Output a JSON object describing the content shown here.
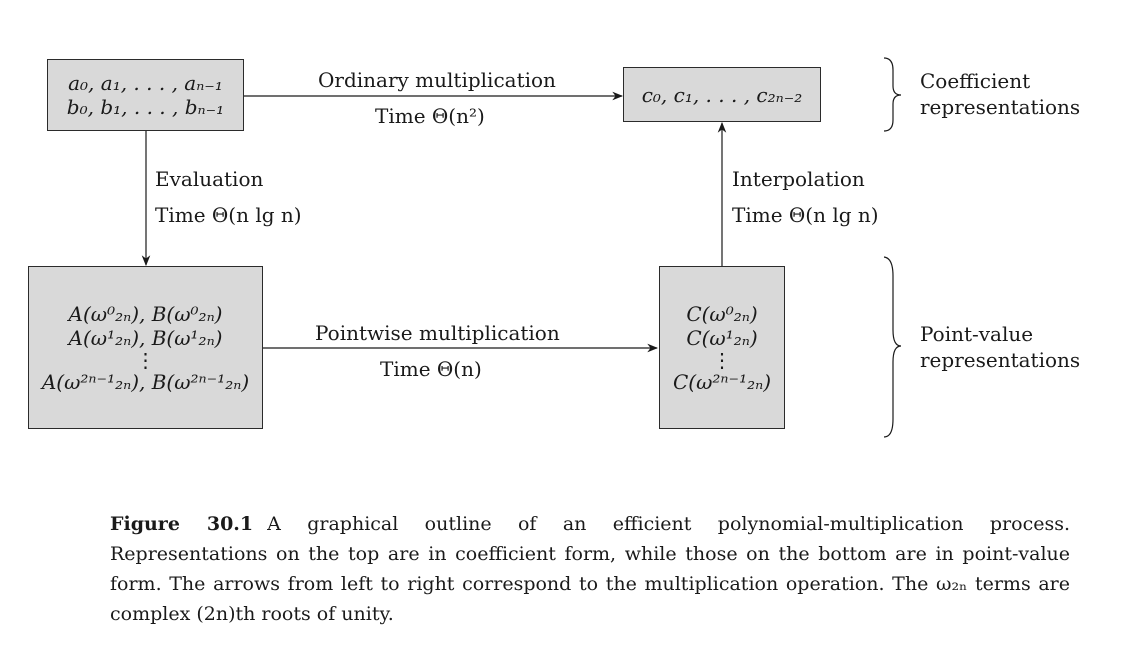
{
  "top_left_box": {
    "line1": "a₀, a₁, . . . , aₙ₋₁",
    "line2": "b₀, b₁, . . . , bₙ₋₁"
  },
  "top_right_box": {
    "line1": "c₀, c₁, . . . , c₂ₙ₋₂"
  },
  "bottom_left_box": {
    "line1": "A(ω⁰₂ₙ), B(ω⁰₂ₙ)",
    "line2": "A(ω¹₂ₙ), B(ω¹₂ₙ)",
    "dots": "⋮",
    "line3": "A(ω²ⁿ⁻¹₂ₙ), B(ω²ⁿ⁻¹₂ₙ)"
  },
  "bottom_right_box": {
    "line1": "C(ω⁰₂ₙ)",
    "line2": "C(ω¹₂ₙ)",
    "dots": "⋮",
    "line3": "C(ω²ⁿ⁻¹₂ₙ)"
  },
  "edges": {
    "top_label": "Ordinary multiplication",
    "top_time": "Time Θ(n²)",
    "left_label": "Evaluation",
    "left_time": "Time Θ(n lg n)",
    "right_label": "Interpolation",
    "right_time": "Time Θ(n lg n)",
    "bottom_label": "Pointwise multiplication",
    "bottom_time": "Time Θ(n)"
  },
  "side_labels": {
    "coefficient_line1": "Coefficient",
    "coefficient_line2": "representations",
    "pointvalue_line1": "Point-value",
    "pointvalue_line2": "representations"
  },
  "caption": {
    "figure": "Figure 30.1",
    "text": "A graphical outline of an efficient polynomial-multiplication process. Representations on the top are in coefficient form, while those on the bottom are in point-value form. The arrows from left to right correspond to the multiplication operation. The ω₂ₙ terms are complex (2n)th roots of unity."
  }
}
